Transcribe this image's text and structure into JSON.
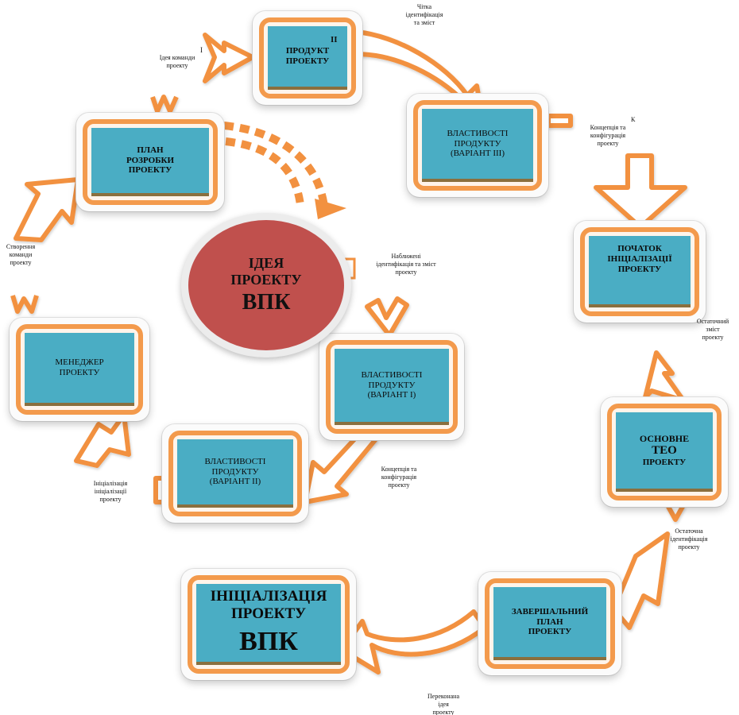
{
  "diagram": {
    "center": {
      "line1": "ІДЕЯ",
      "line2": "ПРОЕКТУ",
      "line3": "ВПК"
    },
    "nodes": {
      "product": {
        "text": "ПРОДУКТ\nПРОЕКТУ",
        "number": "II"
      },
      "props3": {
        "text": "ВЛАСТИВОСТІ\nПРОДУКТУ\n(ВАРІАНТ   III)"
      },
      "plan_dev": {
        "text": "ПЛАН\nРОЗРОБКИ\nПРОЕКТУ"
      },
      "manager": {
        "text": "МЕНЕДЖЕР\nПРОЕКТУ"
      },
      "props1": {
        "text": "ВЛАСТИВОСТІ\nПРОДУКТУ\n(ВАРІАНТ І)"
      },
      "props2": {
        "text": "ВЛАСТИВОСТІ\nПРОДУКТУ\n(ВАРІАНТ ІІ)"
      },
      "start_init": {
        "text": "ПОЧАТОК\nІНІЦІАЛІЗАЦІЇ\nПРОЕКТУ"
      },
      "teo": {
        "line1": "ОСНОВНЕ",
        "line2": "ТЕО",
        "line3": "ПРОЕКТУ"
      },
      "final_plan": {
        "text": "ЗАВЕРШАЛЬНИЙ\nПЛАН\nПРОЕКТУ"
      },
      "init_project": {
        "line1": "ІНІЦІАЛІЗАЦІЯ",
        "line2": "ПРОЕКТУ",
        "line3": "ВПК"
      }
    },
    "labels": {
      "team_idea": "Ідея команди\nпроекту",
      "team_idea_num": "І",
      "clear_id": "Чітка\nідентифікація\nта зміст",
      "concept_k": "Концепція та\nконфігурація\nпроекту",
      "concept_k_num": "К",
      "team_create": "Створення\nкоманди\nпроекту",
      "approx_id": "Наближені\nідентифікація та зміст\nпроекту",
      "final_content": "Остаточний\nзміст\nпроекту",
      "concept2": "Концепція та\nконфігурація\nпроекту",
      "init_init": "Ініціалізація\nініціалізації\nпроекту",
      "final_id": "Остаточна\nідентифікація\nпроекту",
      "convinced_idea": "Переконана\nідея\nпроекту"
    },
    "colors": {
      "panel": "#4aadc4",
      "ring": "#f39a4c",
      "center": "#c0504d",
      "arrow_fill": "#f7a860",
      "arrow_stroke": "#ee8a36"
    }
  }
}
